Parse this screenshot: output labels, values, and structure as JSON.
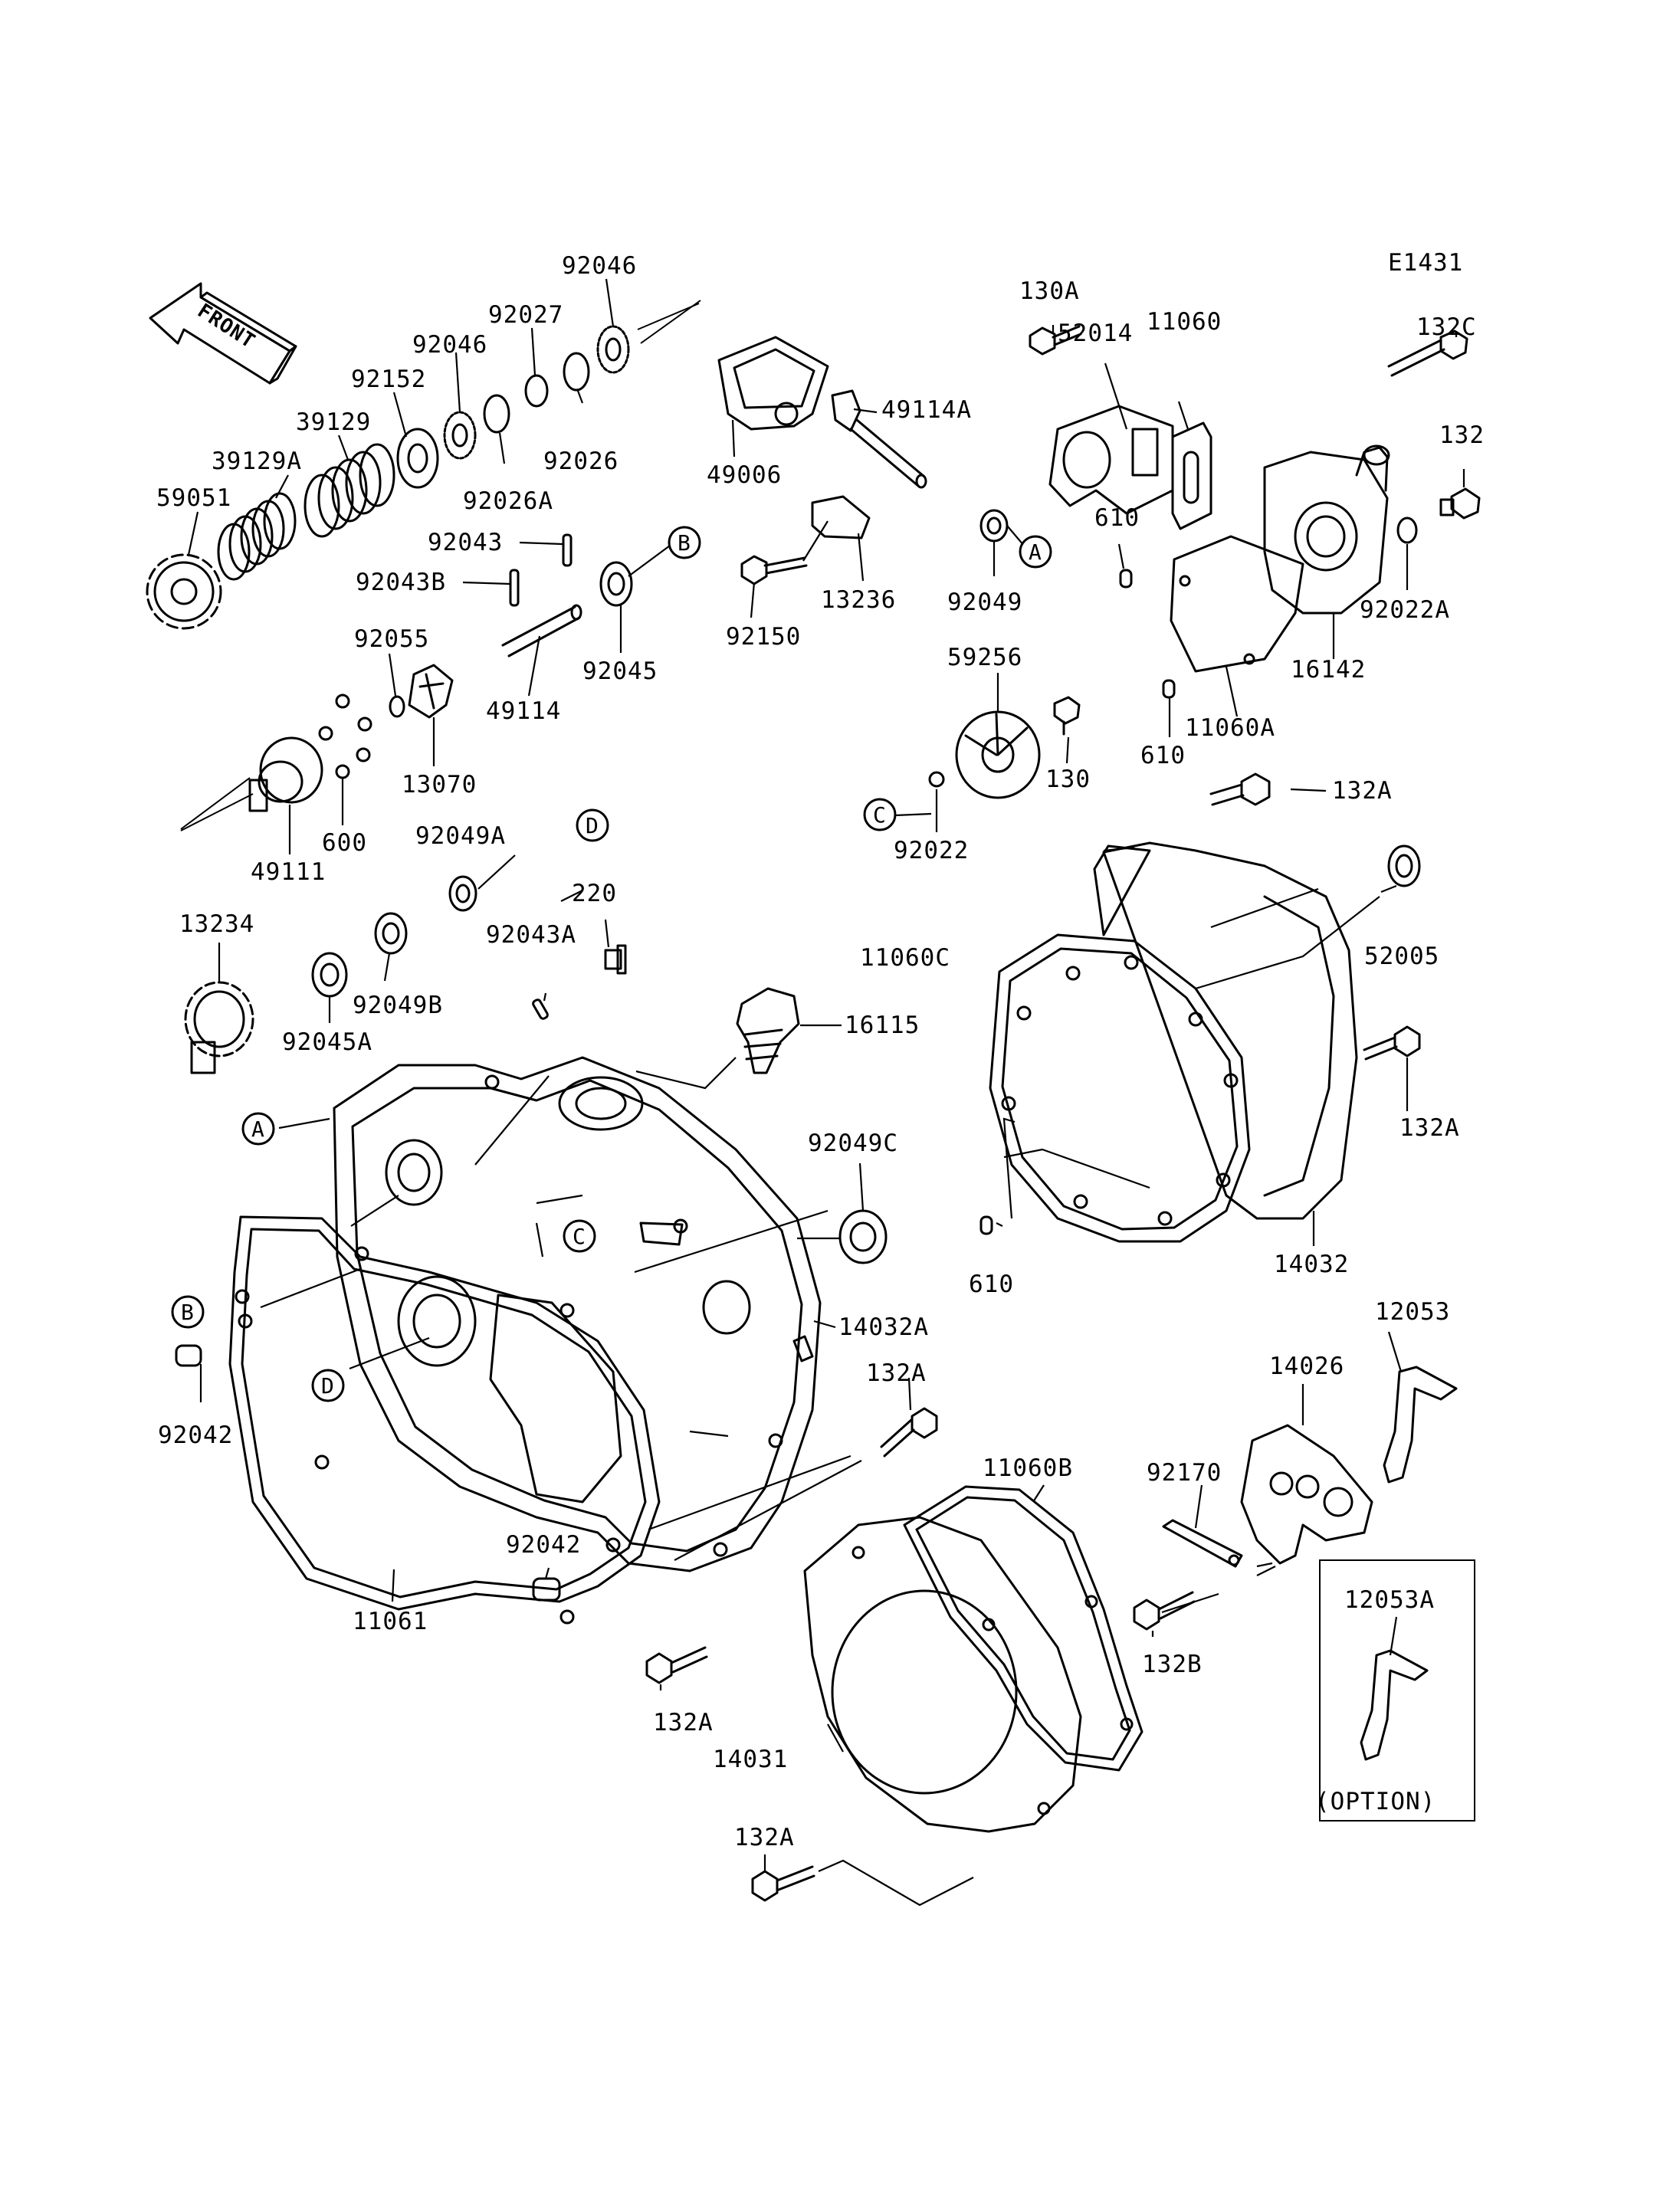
{
  "diagram_code": "E1431",
  "front_arrow_label": "FRONT",
  "option_box": {
    "part": "12053A",
    "caption": "(OPTION)"
  },
  "parts": {
    "p92046_top": "92046",
    "p92027": "92027",
    "p92046_b": "92046",
    "p92152": "92152",
    "p39129": "39129",
    "p39129A": "39129A",
    "p59051": "59051",
    "p92026": "92026",
    "p92026A": "92026A",
    "p92043": "92043",
    "p92043B": "92043B",
    "p92045": "92045",
    "p92055": "92055",
    "p49114": "49114",
    "p13070": "13070",
    "p600": "600",
    "p49111": "49111",
    "p49006": "49006",
    "p49114A": "49114A",
    "p13236": "13236",
    "p92150": "92150",
    "p92049": "92049",
    "p59256": "59256",
    "p130": "130",
    "p92022": "92022",
    "p130A": "130A",
    "p52014": "52014",
    "p11060": "11060",
    "p132C": "132C",
    "p132": "132",
    "p610_a": "610",
    "p92022A": "92022A",
    "p16142": "16142",
    "p11060A": "11060A",
    "p610_b": "610",
    "p132A_1": "132A",
    "p92049A": "92049A",
    "p220": "220",
    "p92043A": "92043A",
    "p13234": "13234",
    "p92049B": "92049B",
    "p92045A": "92045A",
    "p16115": "16115",
    "p11060C": "11060C",
    "p52005": "52005",
    "p132A_2": "132A",
    "p92049C": "92049C",
    "p14032A": "14032A",
    "p610_c": "610",
    "p14032": "14032",
    "p92042_a": "92042",
    "p12053": "12053",
    "p14026": "14026",
    "p132A_3": "132A",
    "p11060B": "11060B",
    "p92170": "92170",
    "p92042_b": "92042",
    "p11061": "11061",
    "p132B": "132B",
    "p132A_4": "132A",
    "p14031": "14031",
    "p132A_5": "132A"
  },
  "ref_markers": {
    "A1": "A",
    "A2": "A",
    "B1": "B",
    "B2": "B",
    "C1": "C",
    "C2": "C",
    "D1": "D",
    "D2": "D"
  }
}
